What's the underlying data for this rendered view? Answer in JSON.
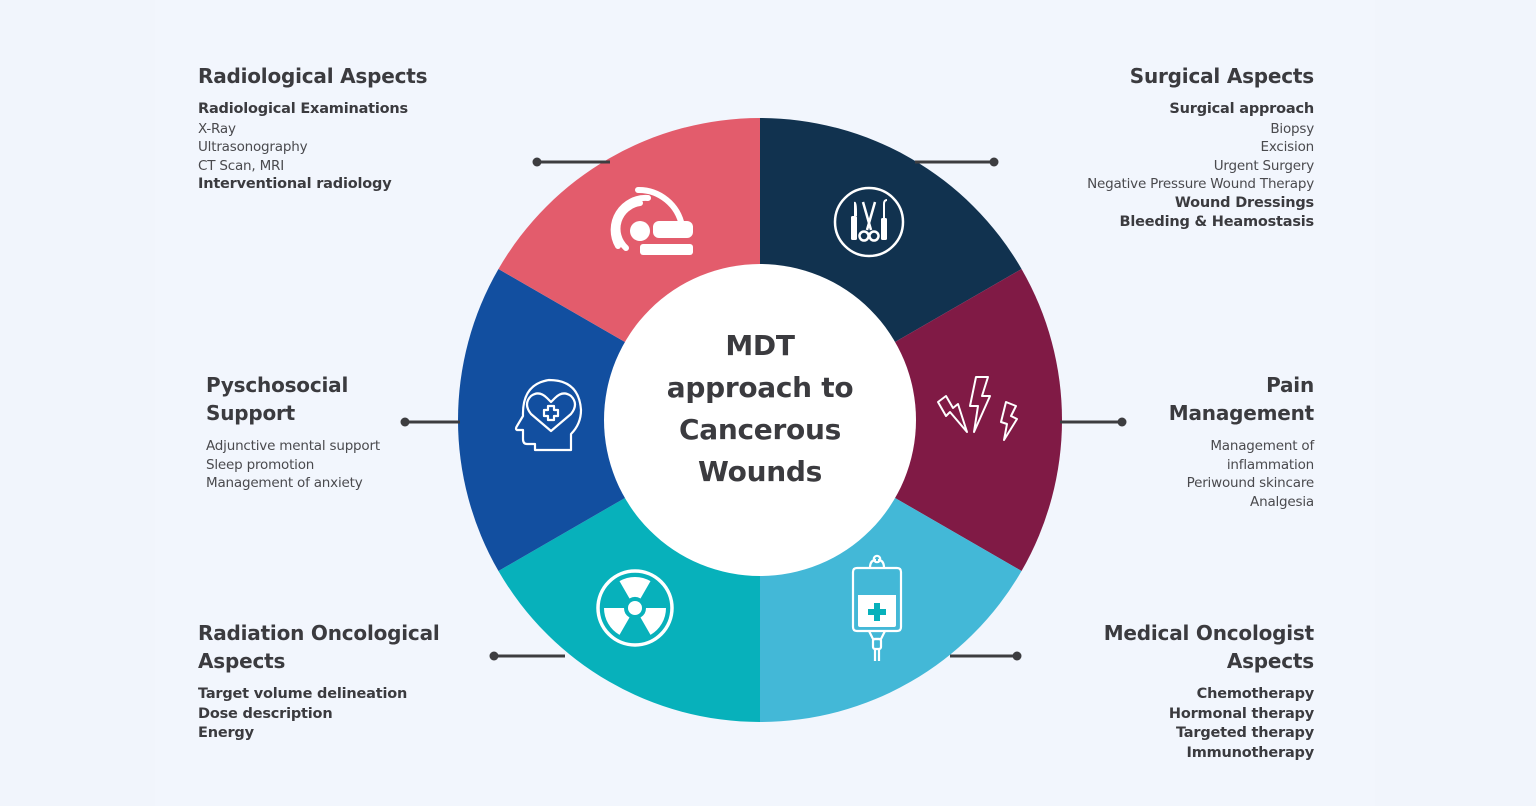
{
  "center": {
    "lines": [
      "MDT",
      "approach to",
      "Cancerous",
      "Wounds"
    ]
  },
  "colors": {
    "background": "#f1f5fc",
    "text": "#3b3b3f",
    "connector": "#3d3d40",
    "center_fill": "#ffffff"
  },
  "segments": [
    {
      "id": "radiological",
      "color": "#11324f",
      "icon": "mri-scanner-icon"
    },
    {
      "id": "surgical",
      "color": "#801a45",
      "icon": "surgical-instruments-icon"
    },
    {
      "id": "pain",
      "color": "#43b8d7",
      "icon": "lightning-bolts-icon"
    },
    {
      "id": "medical-oncology",
      "color": "#07b1bb",
      "icon": "iv-bag-icon"
    },
    {
      "id": "radiation-oncology",
      "color": "#124fa0",
      "icon": "radiation-icon"
    },
    {
      "id": "psychosocial",
      "color": "#e35c6c",
      "icon": "head-heart-icon"
    }
  ],
  "sections": {
    "radiological": {
      "heading": "Radiological Aspects",
      "items": [
        {
          "text": "Radiological Examinations",
          "bold": true
        },
        {
          "text": "X-Ray",
          "bold": false
        },
        {
          "text": "Ultrasonography",
          "bold": false
        },
        {
          "text": "CT Scan, MRI",
          "bold": false
        },
        {
          "text": "Interventional radiology",
          "bold": true
        }
      ]
    },
    "surgical": {
      "heading": "Surgical Aspects",
      "items": [
        {
          "text": "Surgical approach",
          "bold": true
        },
        {
          "text": "Biopsy",
          "bold": false
        },
        {
          "text": "Excision",
          "bold": false
        },
        {
          "text": "Urgent Surgery",
          "bold": false
        },
        {
          "text": "Negative Pressure Wound Therapy",
          "bold": false
        },
        {
          "text": "Wound Dressings",
          "bold": true
        },
        {
          "text": "Bleeding & Heamostasis",
          "bold": true
        }
      ]
    },
    "psychosocial": {
      "heading": "Pyschosocial\nSupport",
      "items": [
        {
          "text": "Adjunctive mental support",
          "bold": false
        },
        {
          "text": "Sleep promotion",
          "bold": false
        },
        {
          "text": "Management of anxiety",
          "bold": false
        }
      ]
    },
    "pain": {
      "heading": "Pain\nManagement",
      "items": [
        {
          "text": "Management of",
          "bold": false
        },
        {
          "text": "inflammation",
          "bold": false
        },
        {
          "text": "Periwound skincare",
          "bold": false
        },
        {
          "text": "Analgesia",
          "bold": false
        }
      ]
    },
    "radiation_oncology": {
      "heading": "Radiation Oncological\nAspects",
      "items": [
        {
          "text": "Target volume delineation",
          "bold": true
        },
        {
          "text": "Dose description",
          "bold": true
        },
        {
          "text": "Energy",
          "bold": true
        }
      ]
    },
    "medical_oncology": {
      "heading": "Medical Oncologist\nAspects",
      "items": [
        {
          "text": "Chemotherapy",
          "bold": true
        },
        {
          "text": "Hormonal therapy",
          "bold": true
        },
        {
          "text": "Targeted therapy",
          "bold": true
        },
        {
          "text": "Immunotherapy",
          "bold": true
        }
      ]
    }
  }
}
